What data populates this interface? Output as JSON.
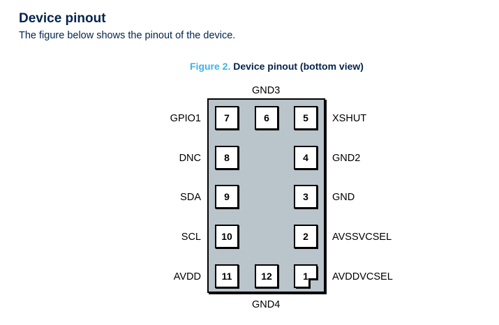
{
  "section": {
    "title": "Device pinout",
    "intro": "The figure below shows the pinout of the device."
  },
  "figure": {
    "number_label": "Figure 2.",
    "title": "Device pinout (bottom view)",
    "top_label": "GND3",
    "bottom_label": "GND4",
    "pads": [
      {
        "number": "7"
      },
      {
        "number": "6"
      },
      {
        "number": "5"
      },
      {
        "number": "8"
      },
      {
        "number": "4"
      },
      {
        "number": "9"
      },
      {
        "number": "3"
      },
      {
        "number": "10"
      },
      {
        "number": "2"
      },
      {
        "number": "11"
      },
      {
        "number": "12"
      },
      {
        "number": "1"
      }
    ],
    "left_labels": [
      "GPIO1",
      "DNC",
      "SDA",
      "SCL",
      "AVDD"
    ],
    "right_labels": [
      "XSHUT",
      "GND2",
      "GND",
      "AVSSVCSEL",
      "AVDDVCSEL"
    ],
    "pin_map": [
      {
        "pin": "1",
        "name": "AVDDVCSEL"
      },
      {
        "pin": "2",
        "name": "AVSSVCSEL"
      },
      {
        "pin": "3",
        "name": "GND"
      },
      {
        "pin": "4",
        "name": "GND2"
      },
      {
        "pin": "5",
        "name": "XSHUT"
      },
      {
        "pin": "6",
        "name": "GND3"
      },
      {
        "pin": "7",
        "name": "GPIO1"
      },
      {
        "pin": "8",
        "name": "DNC"
      },
      {
        "pin": "9",
        "name": "SDA"
      },
      {
        "pin": "10",
        "name": "SCL"
      },
      {
        "pin": "11",
        "name": "AVDD"
      },
      {
        "pin": "12",
        "name": "GND4"
      }
    ],
    "colors": {
      "package_fill": "#bac4cb",
      "pad_fill": "#ffffff",
      "outline": "#000000",
      "figure_number": "#3cb4e6",
      "heading": "#03234b"
    }
  }
}
